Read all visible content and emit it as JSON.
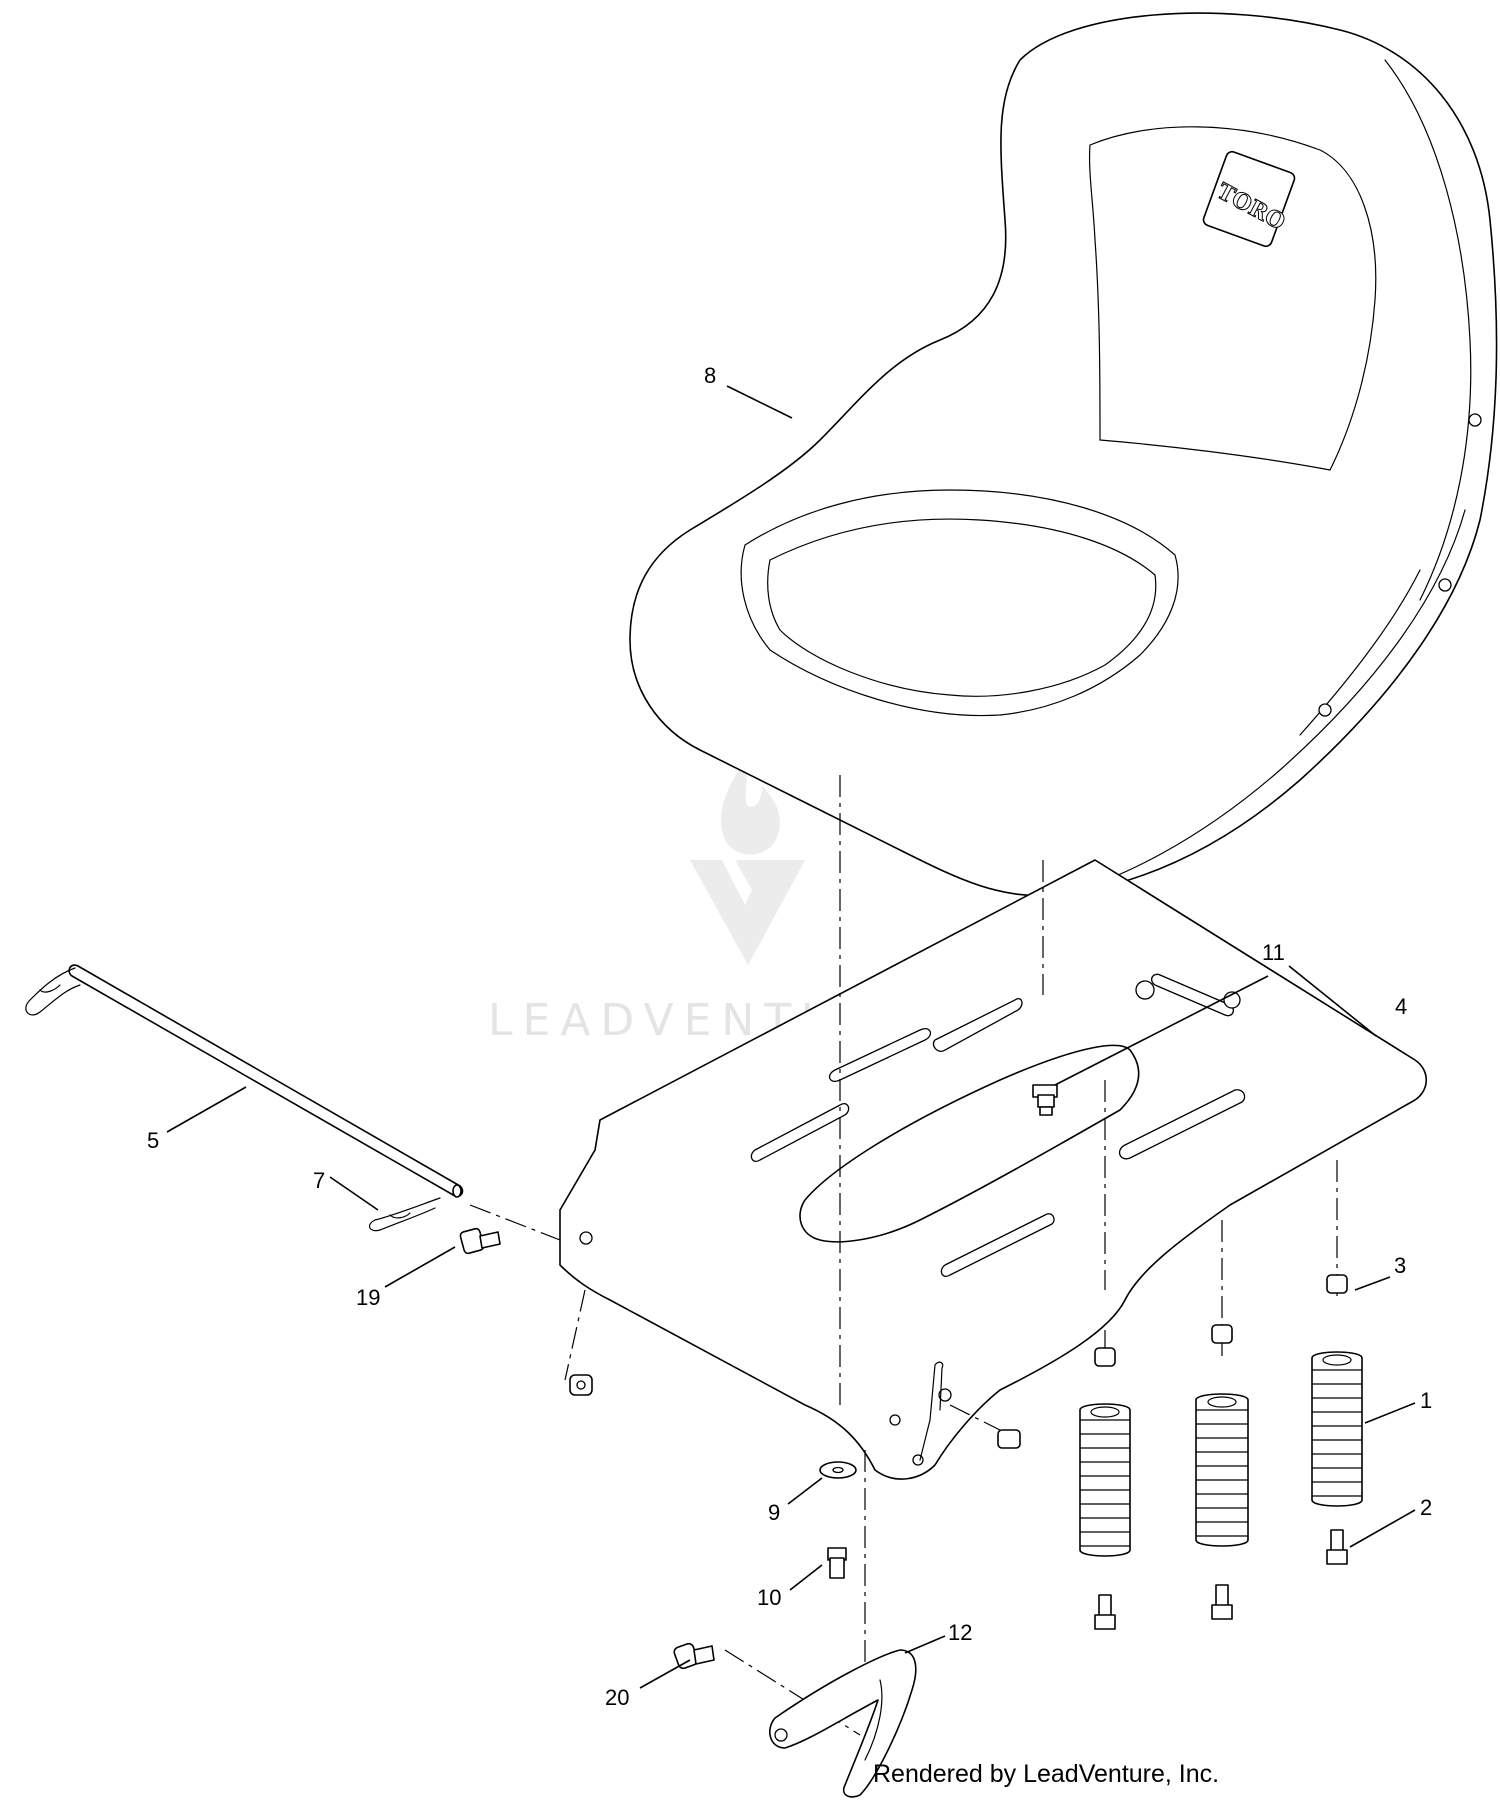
{
  "callouts": {
    "c1": "1",
    "c2": "2",
    "c3": "3",
    "c4": "4",
    "c5": "5",
    "c7": "7",
    "c8": "8",
    "c9": "9",
    "c10": "10",
    "c11": "11",
    "c12": "12",
    "c19": "19",
    "c20": "20"
  },
  "seat_logo": "TORO",
  "watermark": "LEADVENTURE",
  "footer": "Rendered by LeadVenture, Inc."
}
